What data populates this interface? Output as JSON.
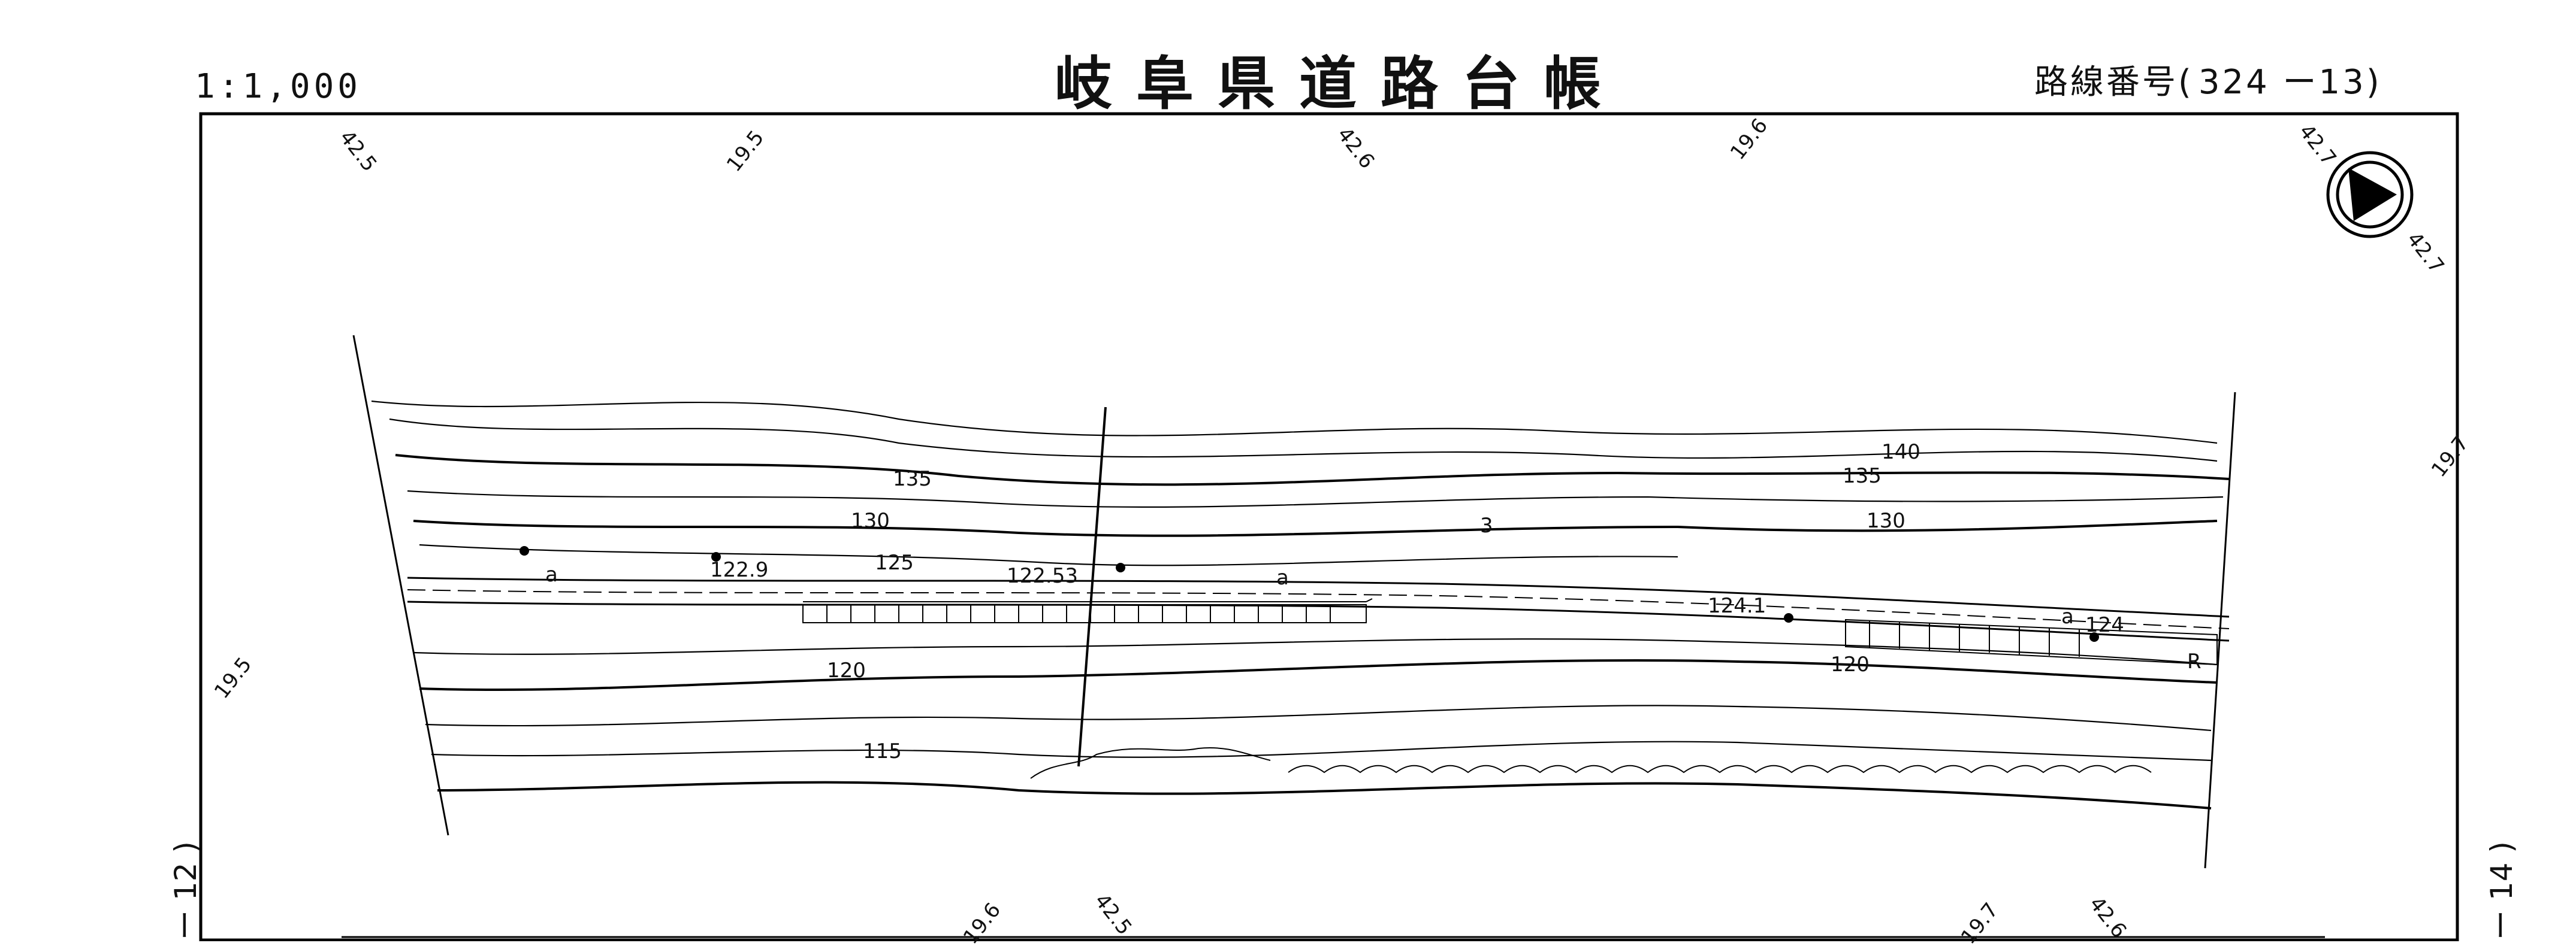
{
  "header": {
    "title": "岐阜県道路台帳",
    "scale": "1:1,000",
    "route_label": "路線番号(",
    "route_number": "324 ー13",
    "route_close": ")"
  },
  "grid_ticks": {
    "top": [
      "42.5",
      "19.5",
      "42.6",
      "19.6",
      "42.7"
    ],
    "right": [
      "42.7",
      "19.7"
    ],
    "left": [
      "19.5"
    ],
    "bottom": [
      "19.6",
      "42.5",
      "19.7",
      "42.6"
    ]
  },
  "contour_labels": [
    "135",
    "130",
    "125",
    "120",
    "115",
    "140",
    "135",
    "130",
    "120"
  ],
  "spot_heights": [
    "122.9",
    "122.53",
    "124.1",
    "124"
  ],
  "road_marks": [
    "a",
    "a",
    "a",
    "3",
    "R"
  ],
  "adjacent_sheets": {
    "left": "ー 12 )",
    "right": "ー 14 )"
  },
  "north_arrow_icon": "north-arrow-icon"
}
